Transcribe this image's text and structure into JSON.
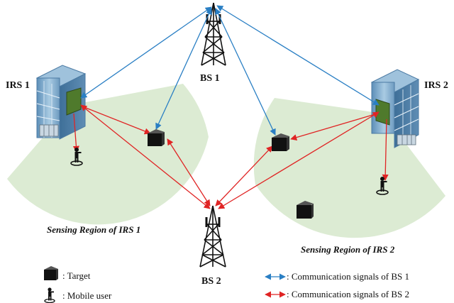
{
  "labels": {
    "bs1": "BS 1",
    "bs2": "BS 2",
    "irs1": "IRS 1",
    "irs2": "IRS 2",
    "region1": "Sensing Region of IRS 1",
    "region2": "Sensing Region of IRS 2"
  },
  "legend": {
    "target": ": Target",
    "user": ": Mobile user",
    "bs1_signal": ": Communication signals of BS 1",
    "bs2_signal": ": Communication signals of BS 2"
  },
  "colors": {
    "bs1_signal": "#2a7fc4",
    "bs2_signal": "#e02424",
    "sensing_region": "#dcebd3",
    "irs_panel": "#4f7a2c",
    "building": "#7fa9c9"
  }
}
